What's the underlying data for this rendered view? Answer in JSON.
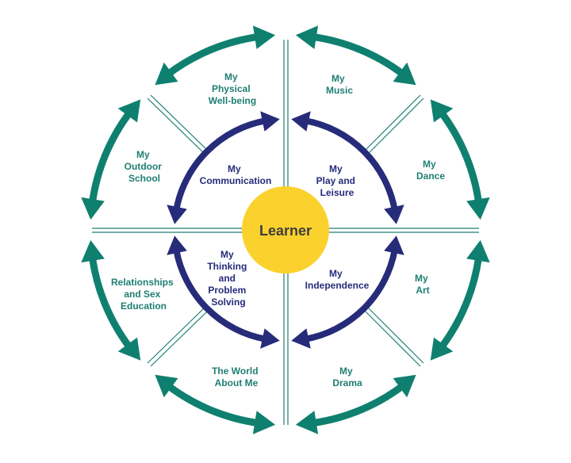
{
  "colors": {
    "teal": "#0f8070",
    "navy": "#262b7a",
    "yellow": "#fbd22d",
    "divider": "#1f7f73"
  },
  "center": {
    "label": "Learner"
  },
  "outer_segments": [
    {
      "id": "physical",
      "lines": [
        "My",
        "Physical",
        "Well-being"
      ]
    },
    {
      "id": "music",
      "lines": [
        "My",
        "Music"
      ]
    },
    {
      "id": "dance",
      "lines": [
        "My",
        "Dance"
      ]
    },
    {
      "id": "art",
      "lines": [
        "My",
        "Art"
      ]
    },
    {
      "id": "drama",
      "lines": [
        "My",
        "Drama"
      ]
    },
    {
      "id": "world",
      "lines": [
        "The World",
        "About Me"
      ]
    },
    {
      "id": "relationships",
      "lines": [
        "Relationships",
        "and Sex",
        "Education"
      ]
    },
    {
      "id": "outdoor",
      "lines": [
        "My",
        "Outdoor",
        "School"
      ]
    }
  ],
  "inner_segments": [
    {
      "id": "communication",
      "lines": [
        "My",
        "Communication"
      ]
    },
    {
      "id": "play",
      "lines": [
        "My",
        "Play and",
        "Leisure"
      ]
    },
    {
      "id": "independence",
      "lines": [
        "My",
        "Independence"
      ]
    },
    {
      "id": "thinking",
      "lines": [
        "My",
        "Thinking",
        "and",
        "Problem",
        "Solving"
      ]
    }
  ]
}
